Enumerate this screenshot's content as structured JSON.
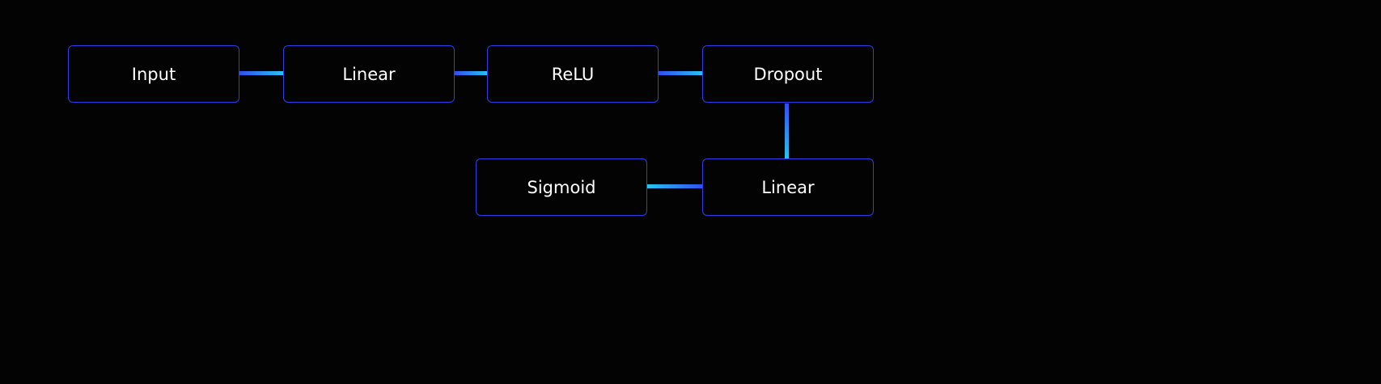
{
  "diagram": {
    "nodes": [
      {
        "id": "input",
        "label": "Input"
      },
      {
        "id": "linear-1",
        "label": "Linear"
      },
      {
        "id": "relu",
        "label": "ReLU"
      },
      {
        "id": "dropout",
        "label": "Dropout"
      },
      {
        "id": "linear-2",
        "label": "Linear"
      },
      {
        "id": "sigmoid",
        "label": "Sigmoid"
      }
    ],
    "edges": [
      {
        "from": "input",
        "to": "linear-1"
      },
      {
        "from": "linear-1",
        "to": "relu"
      },
      {
        "from": "relu",
        "to": "dropout"
      },
      {
        "from": "dropout",
        "to": "linear-2"
      },
      {
        "from": "linear-2",
        "to": "sigmoid"
      }
    ]
  },
  "colors": {
    "background": "#030303",
    "node_border": "#2f3ee8",
    "node_text": "#ffffff",
    "edge_start": "#2f4ff0",
    "edge_end": "#27c4f0"
  }
}
